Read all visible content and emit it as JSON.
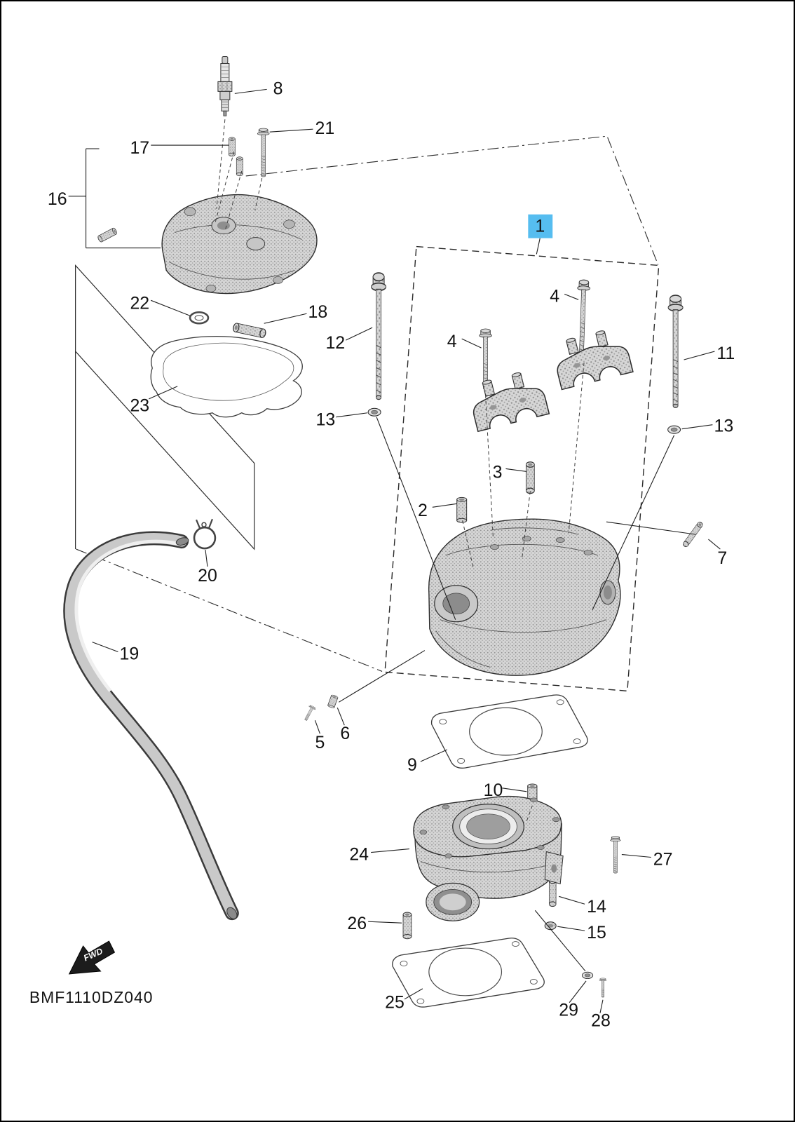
{
  "page": {
    "code": "BMF1110DZ040",
    "fwd": "FWD"
  },
  "colors": {
    "highlight_bg": "#56bdf0",
    "line": "#1f1f1f"
  },
  "selected_callout": "1",
  "callouts": [
    {
      "id": "1",
      "label": "1",
      "highlighted": true
    },
    {
      "id": "2",
      "label": "2"
    },
    {
      "id": "3",
      "label": "3"
    },
    {
      "id": "4a",
      "label": "4"
    },
    {
      "id": "4b",
      "label": "4"
    },
    {
      "id": "5",
      "label": "5"
    },
    {
      "id": "6",
      "label": "6"
    },
    {
      "id": "7",
      "label": "7"
    },
    {
      "id": "8",
      "label": "8"
    },
    {
      "id": "9",
      "label": "9"
    },
    {
      "id": "10",
      "label": "10"
    },
    {
      "id": "11",
      "label": "11"
    },
    {
      "id": "12",
      "label": "12"
    },
    {
      "id": "13a",
      "label": "13"
    },
    {
      "id": "13b",
      "label": "13"
    },
    {
      "id": "14",
      "label": "14"
    },
    {
      "id": "15",
      "label": "15"
    },
    {
      "id": "16",
      "label": "16"
    },
    {
      "id": "17",
      "label": "17"
    },
    {
      "id": "18",
      "label": "18"
    },
    {
      "id": "19",
      "label": "19"
    },
    {
      "id": "20",
      "label": "20"
    },
    {
      "id": "21",
      "label": "21"
    },
    {
      "id": "22",
      "label": "22"
    },
    {
      "id": "23",
      "label": "23"
    },
    {
      "id": "24",
      "label": "24"
    },
    {
      "id": "25",
      "label": "25"
    },
    {
      "id": "26",
      "label": "26"
    },
    {
      "id": "27",
      "label": "27"
    },
    {
      "id": "28",
      "label": "28"
    },
    {
      "id": "29",
      "label": "29"
    }
  ]
}
